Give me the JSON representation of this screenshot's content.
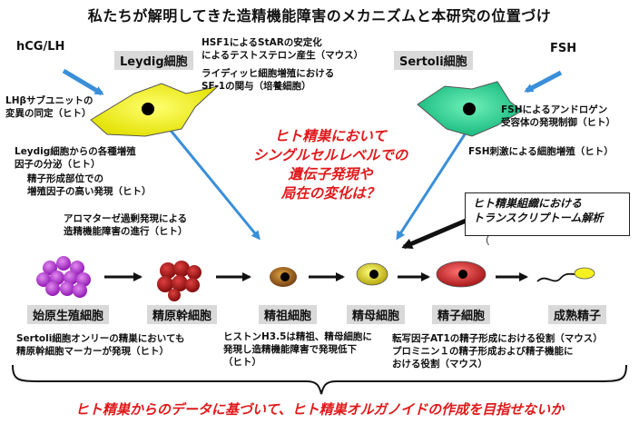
{
  "title": "私たちが解明してきた造精機能障害のメカニズムと本研究の位置づけ",
  "hormones": {
    "left": "hCG/LH",
    "right": "FSH"
  },
  "somatic_cells": {
    "leydig": "Leydig細胞",
    "sertoli": "Sertoli細胞"
  },
  "notes": {
    "hsf1": "HSF1によるStARの安定化\nによるテストステロン産生（マウス）",
    "leydig_prolif": "ライディッヒ細胞増殖における\nSF-1の関与（培養細胞）",
    "lh_beta": "LHβサブユニットの\n変異の同定（ヒト）",
    "leydig_factors": "Leydig細胞からの各種増殖\n因子の分泌（ヒト）",
    "spermatogenic_site": "精子形成部位での\n増殖因子の高い発現（ヒト）",
    "aromatase": "アロマターゼ過剰発現による\n造精機能障害の進行（ヒト）",
    "fsh_androgen": "FSHによるアンドロゲン\n受容体の発現制御（ヒト）",
    "fsh_prolif": "FSH刺激による細胞増殖（ヒト）"
  },
  "center_question": "ヒト精巣において\nシングルセルレベルでの\n遺伝子発現や\n局在の変化は？",
  "transcriptome_box": {
    "text": "ヒト精巣組織における\nトランスクリプトーム解析",
    "mark": "（"
  },
  "stages": [
    "始原生殖細胞",
    "精原幹細胞",
    "精祖細胞",
    "精母細胞",
    "精子細胞",
    "成熟精子"
  ],
  "bottom_notes": {
    "sertoli_only": "Sertoli細胞オンリーの精巣においても\n精原幹細胞マーカーが発現（ヒト）",
    "histone": "ヒストンH3.5は精祖、精母細胞に\n発現し造精機能障害で発現低下\n（ヒト）",
    "at1": "転写因子AT1の精子形成における役割（マウス）\nプロミニン１の精子形成および精子機能に\nおける役割（マウス）"
  },
  "conclusion": "ヒト精巣からのデータに基づいて、ヒト精巣オルガノイドの作成を目指せないか",
  "colors": {
    "accent_red": "#e0191b",
    "arrow_blue": "#3a8fd9",
    "leydig_yellow": "#f2f200",
    "sertoli_green": "#19c98a",
    "pgc_purple": "#a020c8",
    "ssc_red": "#b21010"
  }
}
